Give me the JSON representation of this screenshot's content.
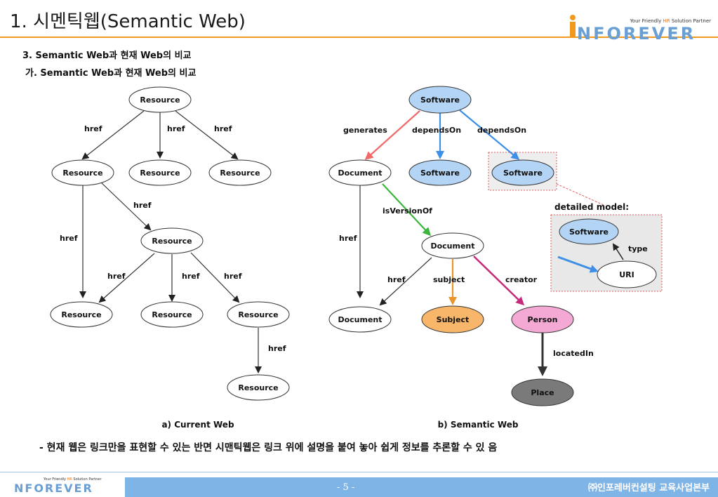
{
  "header": {
    "title": "1. 시멘틱웹(Semantic Web)",
    "logo_tagline_pre": "Your Friendly ",
    "logo_tagline_hl": "HR",
    "logo_tagline_post": " Solution Partner",
    "logo_word": "NFOREVER"
  },
  "subheadings": {
    "h1": "3. Semantic Web과 현재 Web의 비교",
    "h2": "가. Semantic Web과 현재 Web의 비교"
  },
  "current_web": {
    "caption": "a) Current Web",
    "nodes": {
      "root": "Resource",
      "l1": "Resource",
      "l2": "Resource",
      "l3": "Resource",
      "mid": "Resource",
      "b1": "Resource",
      "b2": "Resource",
      "b3": "Resource",
      "b4": "Resource"
    },
    "edge_label": "href"
  },
  "semantic_web": {
    "caption": "b) Semantic Web",
    "nodes": {
      "software_top": "Software",
      "document_left": "Document",
      "software_mid": "Software",
      "software_right": "Software",
      "document_mid": "Document",
      "document_bottom": "Document",
      "subject": "Subject",
      "person": "Person",
      "place": "Place",
      "detail_software": "Software",
      "detail_uri": "URI"
    },
    "edges": {
      "generates": "generates",
      "depends1": "dependsOn",
      "depends2": "dependsOn",
      "isversionof": "isVersionOf",
      "href_left": "href",
      "href_mid": "href",
      "subject": "subject",
      "creator": "creator",
      "locatedin": "locatedIn",
      "type": "type"
    },
    "detail_title": "detailed model:",
    "colors": {
      "software": "#b3d4f5",
      "subject": "#f7b66a",
      "person": "#f3a9d4",
      "place": "#7a7a7a",
      "generates": "#f06a6a",
      "depends": "#3d8fe8",
      "isversionof": "#3bb53b",
      "subject_edge": "#e8962a",
      "creator": "#c8287a"
    }
  },
  "bottom_text": "- 현재 웹은 링크만을 표현할 수 있는 반면 시맨틱웹은 링크 위에 설명을 붙여 놓아 쉽게 정보를 추론할 수 있 음",
  "footer": {
    "page": "- 5 -",
    "company": "㈜인포레버컨설팅 교육사업본부",
    "logo_word": "NFOREVER",
    "logo_tagline_pre": "Your Friendly ",
    "logo_tagline_hl": "HR",
    "logo_tagline_post": " Solution Partner"
  }
}
